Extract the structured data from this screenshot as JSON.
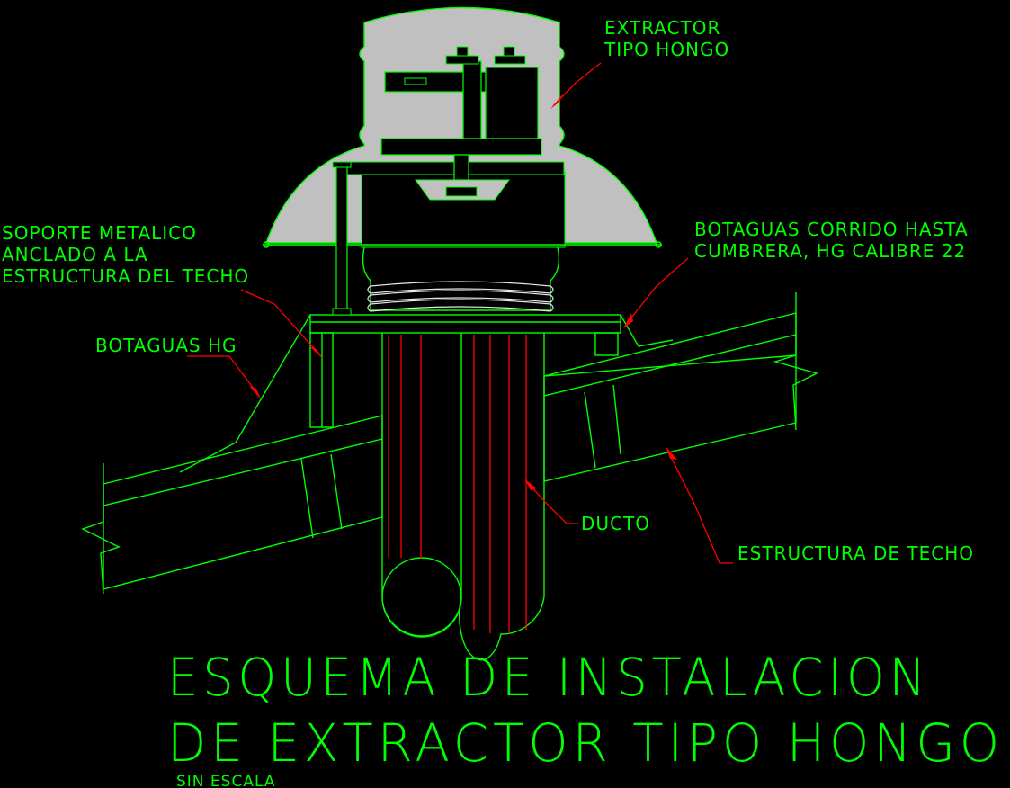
{
  "labels": {
    "extractor": [
      "EXTRACTOR",
      "TIPO  HONGO"
    ],
    "soporte": [
      "SOPORTE  METALICO",
      "ANCLADO  A  LA",
      "ESTRUCTURA  DEL  TECHO"
    ],
    "botaguas_corrido": [
      "BOTAGUAS  CORRIDO  HASTA",
      "CUMBRERA,  HG  CALIBRE  22"
    ],
    "botaguas_hg": "BOTAGUAS  HG",
    "ducto": "DUCTO",
    "estructura_techo": "ESTRUCTURA  DE  TECHO"
  },
  "title": {
    "line1": "ESQUEMA  DE  INSTALACION",
    "line2": "DE  EXTRACTOR  TIPO  HONGO",
    "scale": "SIN  ESCALA"
  },
  "colors": {
    "background": "#000000",
    "line": "#00ff00",
    "leader": "#ff0000",
    "hood_fill": "#c0c0c0",
    "highlight": "#e8e8e8"
  }
}
